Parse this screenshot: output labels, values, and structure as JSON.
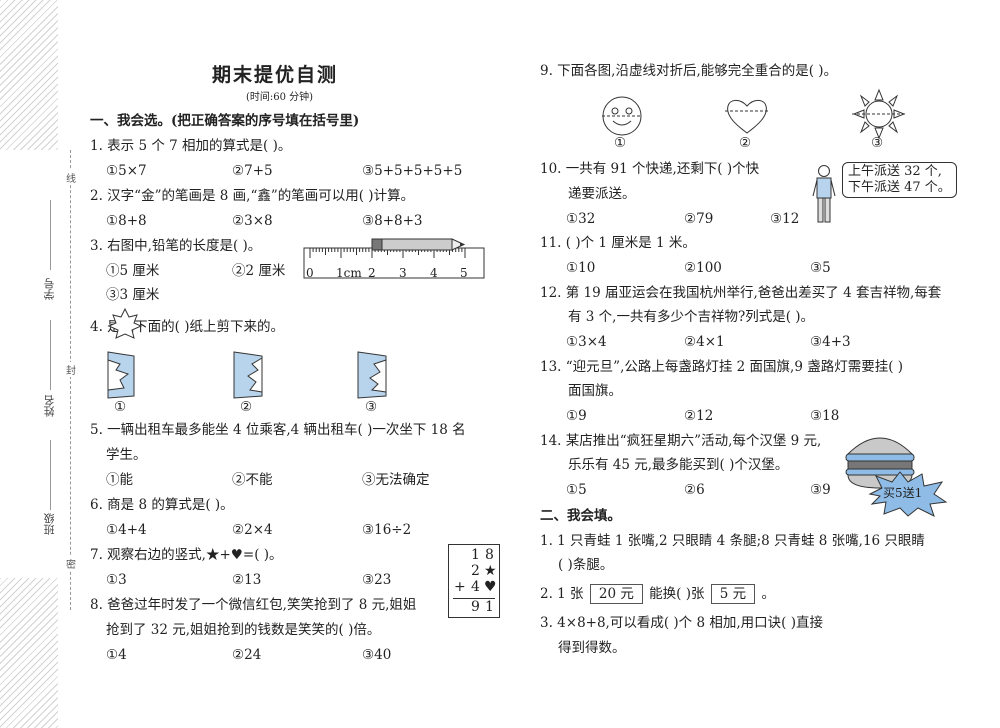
{
  "binding": {
    "labels": [
      "学号",
      "姓名",
      "班级"
    ],
    "marks": [
      "线",
      "封",
      "密"
    ]
  },
  "header": {
    "title": "期末提优自测",
    "subtitle": "(时间:60 分钟)"
  },
  "section1": {
    "heading": "一、我会选。(把正确答案的序号填在括号里)"
  },
  "q1": {
    "stem": "1. 表示 5 个 7 相加的算式是(       )。",
    "o1": "①5×7",
    "o2": "②7+5",
    "o3": "③5+5+5+5+5"
  },
  "q2": {
    "stem": "2. 汉字“金”的笔画是 8 画,“鑫”的笔画可以用(       )计算。",
    "o1": "①8+8",
    "o2": "②3×8",
    "o3": "③8+8+3"
  },
  "q3": {
    "stem": "3. 右图中,铅笔的长度是(       )。",
    "o1": "①5 厘米",
    "o2": "②2 厘米",
    "o3": "③3 厘米",
    "ruler": [
      "0",
      "1cm",
      "2",
      "3",
      "4",
      "5"
    ]
  },
  "q4": {
    "stem": "4.        是从下面的(      )纸上剪下来的。",
    "labels": [
      "①",
      "②",
      "③"
    ]
  },
  "q5": {
    "stem1": "5. 一辆出租车最多能坐 4 位乘客,4 辆出租车(       )一次坐下 18 名",
    "stem2": "学生。",
    "o1": "①能",
    "o2": "②不能",
    "o3": "③无法确定"
  },
  "q6": {
    "stem": "6. 商是 8 的算式是(       )。",
    "o1": "①4+4",
    "o2": "②2×4",
    "o3": "③16÷2"
  },
  "q7": {
    "stem": "7. 观察右边的竖式,★+♥=(       )。",
    "o1": "①3",
    "o2": "②13",
    "o3": "③23",
    "vertical": {
      "r1a": "1",
      "r1b": "8",
      "r2a": "2",
      "r2b": "★",
      "plus": "+",
      "r3a": "4",
      "r3b": "♥",
      "r4a": "9",
      "r4b": "1"
    }
  },
  "q8": {
    "stem1": "8. 爸爸过年时发了一个微信红包,笑笑抢到了 8 元,姐姐",
    "stem2": "抢到了 32 元,姐姐抢到的钱数是笑笑的(      )倍。",
    "o1": "①4",
    "o2": "②24",
    "o3": "③40"
  },
  "q9": {
    "stem": "9. 下面各图,沿虚线对折后,能够完全重合的是(       )。",
    "labels": [
      "①",
      "②",
      "③"
    ]
  },
  "q10": {
    "stem1": "10. 一共有 91 个快递,还剩下(       )个快",
    "stem2": "递要派送。",
    "o1": "①32",
    "o2": "②79",
    "o3": "③12",
    "bubble1": "上午派送 32 个,",
    "bubble2": "下午派送 47 个。"
  },
  "q11": {
    "stem": "11. (       )个 1 厘米是 1 米。",
    "o1": "①10",
    "o2": "②100",
    "o3": "③5"
  },
  "q12": {
    "stem1": "12. 第 19 届亚运会在我国杭州举行,爸爸出差买了 4 套吉祥物,每套",
    "stem2": "有 3 个,一共有多少个吉祥物?列式是(       )。",
    "o1": "①3×4",
    "o2": "②4×1",
    "o3": "③4+3"
  },
  "q13": {
    "stem1": "13. “迎元旦”,公路上每盏路灯挂 2 面国旗,9 盏路灯需要挂(       )",
    "stem2": "面国旗。",
    "o1": "①9",
    "o2": "②12",
    "o3": "③18"
  },
  "q14": {
    "stem1": "14. 某店推出“疯狂星期六”活动,每个汉堡 9 元,",
    "stem2": "乐乐有 45 元,最多能买到(      )个汉堡。",
    "o1": "①5",
    "o2": "②6",
    "o3": "③9",
    "badge": "买5送1"
  },
  "section2": {
    "heading": "二、我会填。"
  },
  "f1": {
    "line1": "1. 1 只青蛙 1 张嘴,2 只眼睛 4 条腿;8 只青蛙 8 张嘴,16 只眼睛",
    "line2": "(       )条腿。"
  },
  "f2": {
    "a": "2. 1 张",
    "box1": "20 元",
    "b": "能换(       )张",
    "box2": "5 元",
    "c": "。"
  },
  "f3": {
    "line1": "3. 4×8+8,可以看成(       )个 8 相加,用口诀(                         )直接",
    "line2": "得到得数。"
  }
}
